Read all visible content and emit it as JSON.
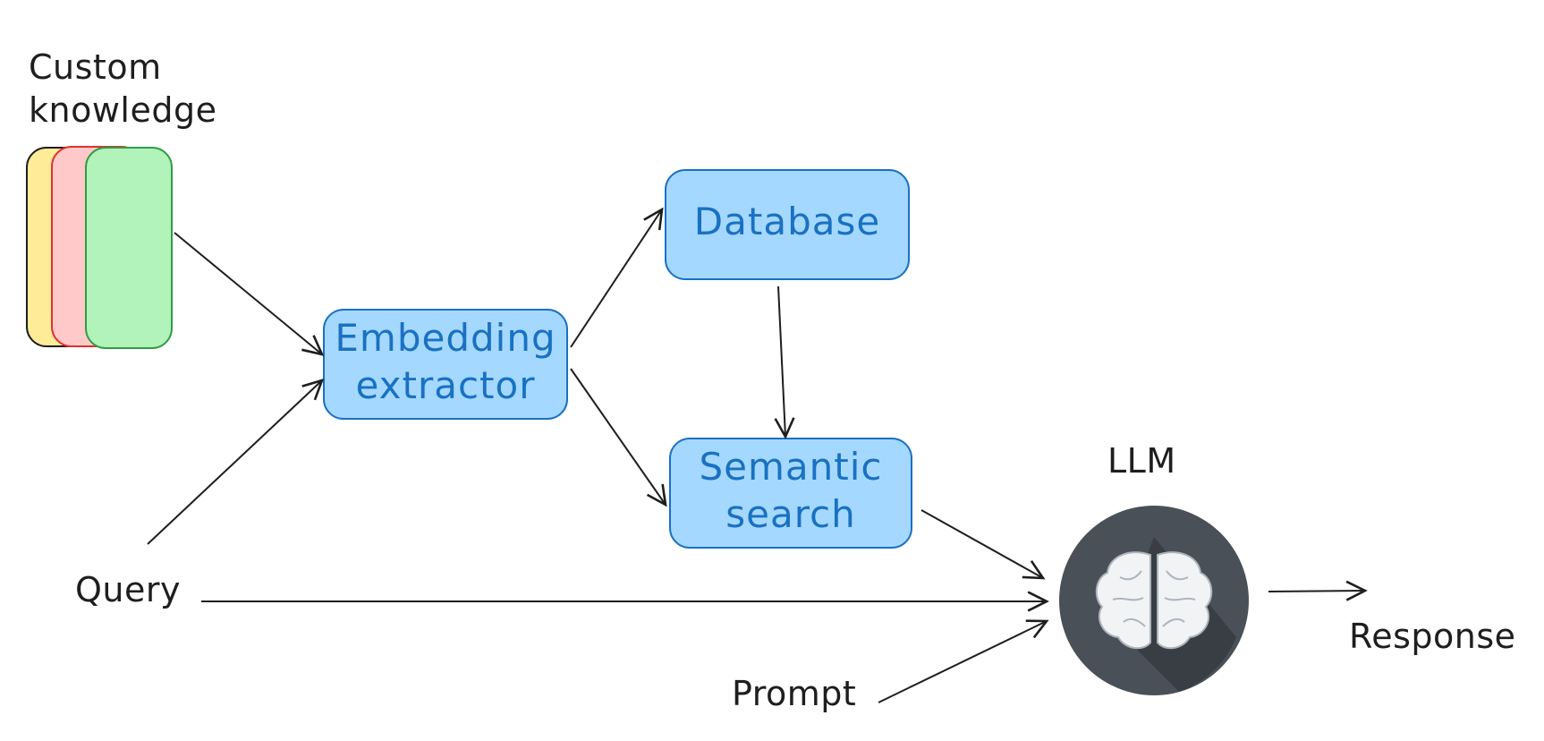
{
  "labels": {
    "custom_knowledge_line1": "Custom",
    "custom_knowledge_line2": "knowledge",
    "query": "Query",
    "prompt": "Prompt",
    "llm": "LLM",
    "response": "Response"
  },
  "nodes": {
    "embedding_line1": "Embedding",
    "embedding_line2": "extractor",
    "database": "Database",
    "semantic_line1": "Semantic",
    "semantic_line2": "search"
  },
  "colors": {
    "node_fill": "#a5d8ff",
    "node_stroke": "#1971c2",
    "doc_yellow": "#ffec99",
    "doc_red": "#ffc9c9",
    "doc_green": "#b2f2bb",
    "llm_circle": "#495057",
    "stroke": "#1e1e1e"
  },
  "icons": {
    "llm": "brain-icon"
  }
}
